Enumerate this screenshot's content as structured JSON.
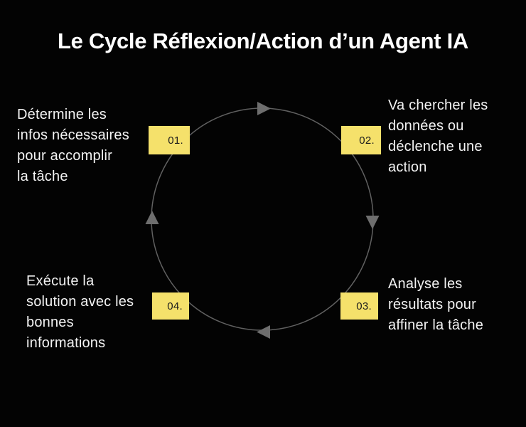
{
  "title": "Le Cycle Réflexion/Action d’un Agent IA",
  "colors": {
    "background": "#030303",
    "title_text": "#ffffff",
    "body_text": "#f3f3f3",
    "badge_background": "#f5e16b",
    "badge_text": "#1d1d1d",
    "circle_stroke": "#606060",
    "arrow_fill": "#6e6e6e"
  },
  "cycle": {
    "direction": "clockwise",
    "arrows": [
      "arrow-right-top",
      "arrow-down-right",
      "arrow-left-bottom",
      "arrow-up-left"
    ]
  },
  "steps": [
    {
      "number": "01.",
      "text": "Détermine les\ninfos nécessaires\npour accomplir\nla tâche"
    },
    {
      "number": "02.",
      "text": "Va chercher les\ndonnées ou\ndéclenche une\naction"
    },
    {
      "number": "03.",
      "text": "Analyse les\nrésultats pour\naffiner la tâche"
    },
    {
      "number": "04.",
      "text": "Exécute la\nsolution avec les\nbonnes\ninformations"
    }
  ]
}
